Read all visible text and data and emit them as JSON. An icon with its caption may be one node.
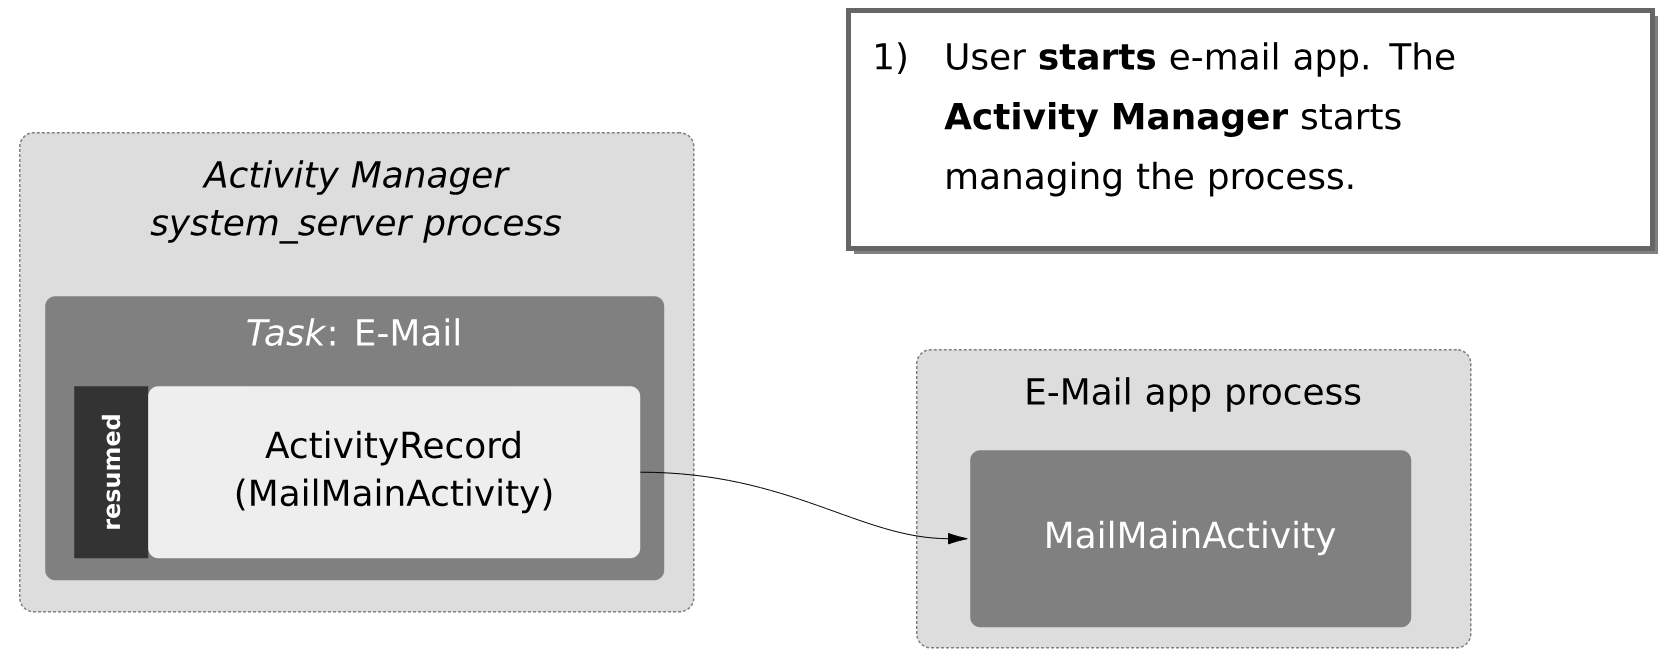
{
  "diagram": {
    "nodes": [
      {
        "text": [
          "Activity Manager system_server process"
        ]
      },
      {
        "text": [
          "*Task*: E-Mail"
        ],
        "in": 0
      },
      {
        "text": [
          "resumed"
        ],
        "in": 1
      },
      {
        "text": [
          "ActivityRecord (MailMainActivity)"
        ],
        "in": 1
      },
      {
        "text": [
          "1)",
          "User **starts** e-mail app. The **Activity Manager** starts managing the process."
        ]
      },
      {
        "text": [
          "E-Mail app process"
        ]
      },
      {
        "text": [
          "MailMainActivity"
        ],
        "in": 5
      }
    ],
    "edges": [
      {
        "from": 3,
        "to": 6,
        "arrow": "to"
      }
    ]
  }
}
